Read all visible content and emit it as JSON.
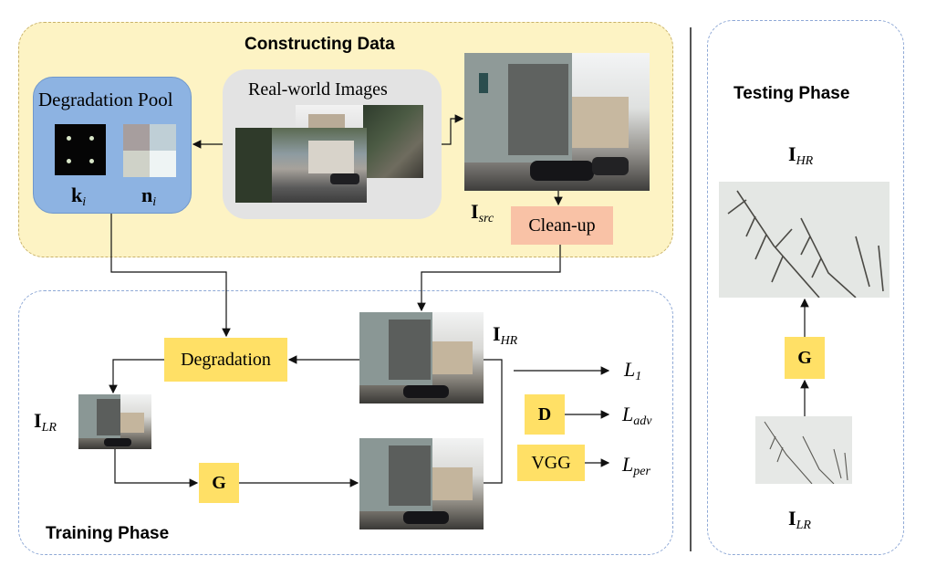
{
  "construct": {
    "title": "Constructing Data",
    "degradation_pool": "Degradation Pool",
    "kernel_label": {
      "main": "k",
      "sub": "i"
    },
    "noise_label": {
      "main": "n",
      "sub": "i"
    },
    "real_world": "Real-world Images",
    "src_label": {
      "main": "I",
      "sub": "src"
    },
    "cleanup": "Clean-up"
  },
  "training": {
    "title": "Training Phase",
    "degradation": "Degradation",
    "hr_label": {
      "main": "I",
      "sub": "HR"
    },
    "lr_label": {
      "main": "I",
      "sub": "LR"
    },
    "g": "G",
    "d": "D",
    "vgg": "VGG",
    "loss_l1": {
      "main": "L",
      "sub": "1"
    },
    "loss_adv": {
      "main": "L",
      "sub": "adv"
    },
    "loss_per": {
      "main": "L",
      "sub": "per"
    }
  },
  "testing": {
    "title": "Testing Phase",
    "hr_label": {
      "main": "I",
      "sub": "HR"
    },
    "g": "G",
    "lr_label": {
      "main": "I",
      "sub": "LR"
    }
  },
  "colors": {
    "construct_bg": "#fdf3c4",
    "pool_bg": "#8db3e2",
    "realworld_bg": "#e3e3e3",
    "cleanup_bg": "#f9c2a6",
    "block_yellow": "#ffe066",
    "dashed_border": "#8fa9d6"
  }
}
